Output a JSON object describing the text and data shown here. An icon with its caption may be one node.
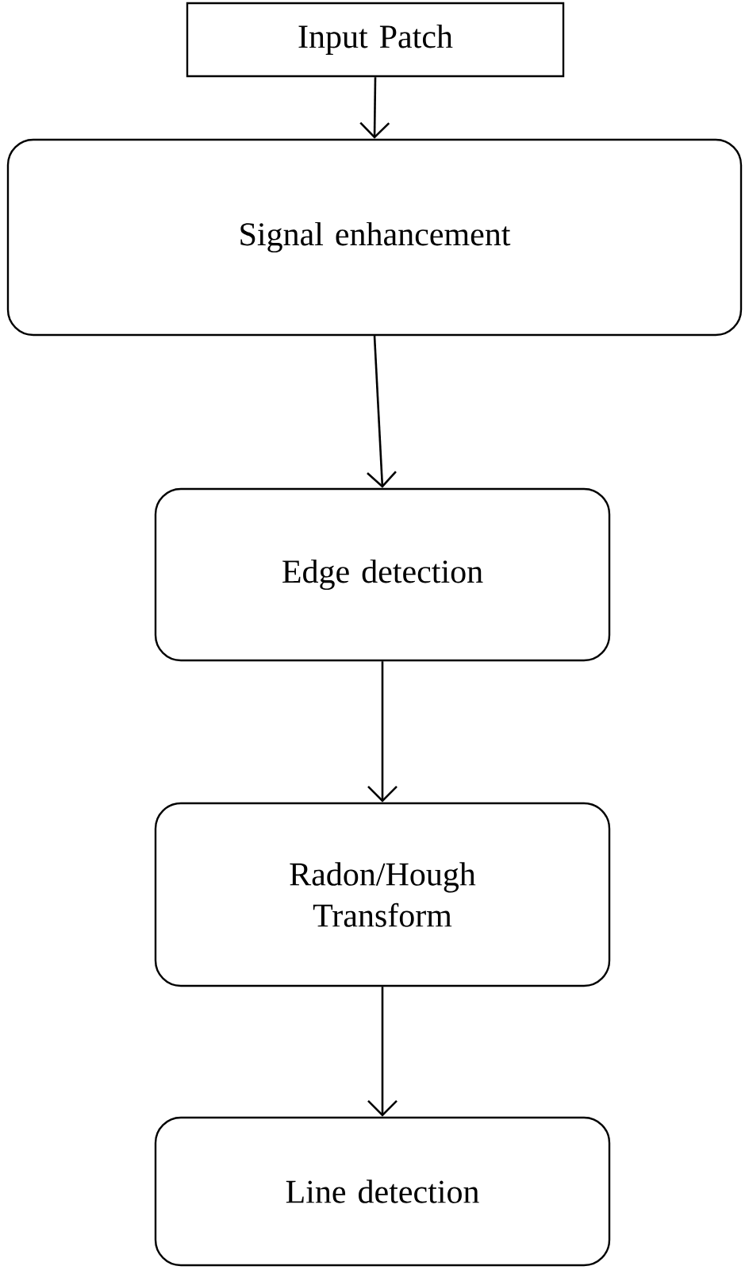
{
  "diagram": {
    "nodes": [
      {
        "text": [
          "Input Patch"
        ]
      },
      {
        "text": [
          "Signal enhancement"
        ]
      },
      {
        "text": [
          "Edge detection"
        ]
      },
      {
        "text": [
          "Radon/Hough Transform"
        ]
      },
      {
        "text": [
          "Line detection"
        ]
      }
    ],
    "edges": [
      {
        "from": 0,
        "to": 1,
        "arrow": "to"
      },
      {
        "from": 1,
        "to": 2,
        "arrow": "to"
      },
      {
        "from": 2,
        "to": 3,
        "arrow": "to"
      },
      {
        "from": 3,
        "to": 4,
        "arrow": "to"
      }
    ]
  }
}
